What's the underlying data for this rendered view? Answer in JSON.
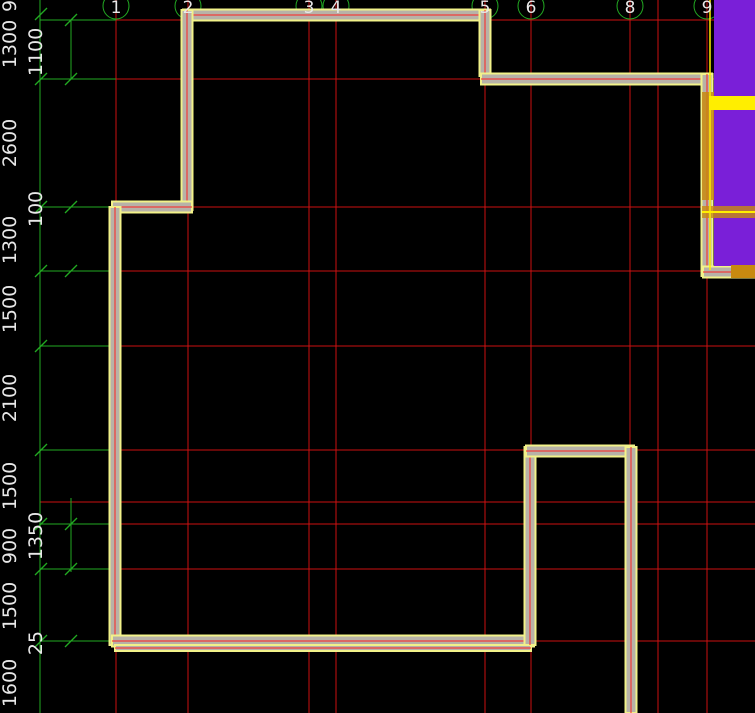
{
  "drawing": {
    "background": "#000000",
    "grid_color": "#cc1111",
    "dimension_color": "#22aa22",
    "wall_outline_color": "#f2f28a",
    "wall_fill_color": "#b7b2a8",
    "wall_center_color": "#ff2020",
    "accent_yellow": "#ffee00",
    "accent_orange": "#c88a10",
    "accent_purple": "#7a1fd8",
    "axis_labels": [
      "1",
      "2",
      "3",
      "4",
      "5",
      "6",
      "8",
      "9"
    ],
    "left_dimensions_outer": [
      "9",
      "1300",
      "2600",
      "1300",
      "1500",
      "2100",
      "1500",
      "900",
      "1500",
      "1600"
    ],
    "left_dimensions_inner": [
      "1100",
      "100",
      "1350",
      "25"
    ]
  }
}
